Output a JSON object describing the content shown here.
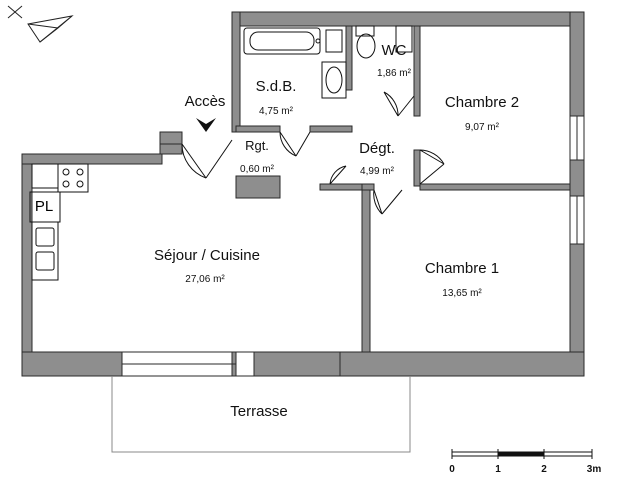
{
  "rooms": {
    "sdb": {
      "name": "S.d.B.",
      "area": "4,75 m²"
    },
    "wc": {
      "name": "WC",
      "area": "1,86 m²"
    },
    "chambre2": {
      "name": "Chambre 2",
      "area": "9,07 m²"
    },
    "rgt": {
      "name": "Rgt.",
      "area": "0,60 m²"
    },
    "degt": {
      "name": "Dégt.",
      "area": "4,99 m²"
    },
    "sejour": {
      "name": "Séjour / Cuisine",
      "area": "27,06 m²"
    },
    "chambre1": {
      "name": "Chambre 1",
      "area": "13,65 m²"
    },
    "terrasse": {
      "name": "Terrasse"
    }
  },
  "labels": {
    "acces": "Accès",
    "pl": "PL"
  },
  "scale": {
    "ticks": [
      "0",
      "1",
      "2",
      "3m"
    ]
  },
  "colors": {
    "wall": "#8e8e8e",
    "wall_stroke": "#2a2a2a",
    "line": "#111111"
  }
}
